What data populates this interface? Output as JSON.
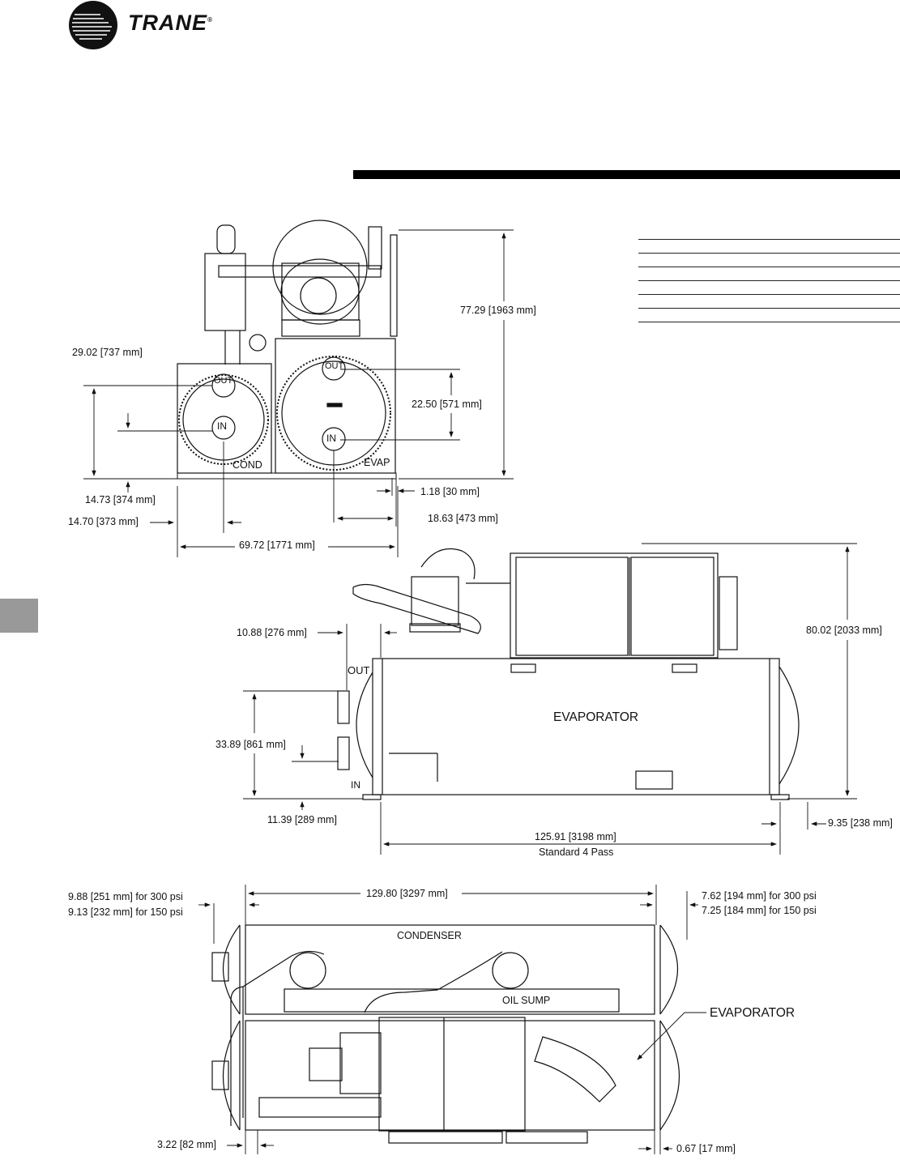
{
  "brand": {
    "name": "TRANE",
    "mark": "®"
  },
  "front_view": {
    "labels": {
      "out_cond": "OUT",
      "in_cond": "IN",
      "out_evap": "OUT",
      "in_evap": "IN",
      "cond": "COND",
      "evap": "EVAP"
    },
    "dims": {
      "height": "77.29 [1963 mm]",
      "cond_out": "29.02 [737 mm]",
      "evap_nozzle": "22.50 [571 mm]",
      "cond_in": "14.73 [374 mm]",
      "cond_in_offset": "14.70 [373 mm]",
      "edge_offset": "1.18 [30 mm]",
      "evap_offset": "18.63 [473 mm]",
      "width": "69.72 [1771 mm]"
    }
  },
  "side_view": {
    "labels": {
      "out": "OUT",
      "in": "IN",
      "evaporator": "EVAPORATOR"
    },
    "dims": {
      "nozzle_offset": "10.88 [276 mm]",
      "height": "80.02 [2033 mm]",
      "nozzle_span": "33.89 [861 mm]",
      "in_height": "11.39 [289 mm]",
      "end_offset": "9.35 [238 mm]",
      "length": "125.91 [3198 mm]",
      "length_note": "Standard 4 Pass"
    }
  },
  "top_view": {
    "labels": {
      "condenser": "CONDENSER",
      "oil_sump": "OIL SUMP",
      "evaporator": "EVAPORATOR"
    },
    "dims": {
      "length": "129.80 [3297 mm]",
      "left_300": "9.88 [251 mm] for 300 psi",
      "left_150": "9.13 [232 mm] for 150 psi",
      "right_300": "7.62 [194 mm] for 300 psi",
      "right_150": "7.25 [184 mm] for 150 psi",
      "bottom_left": "3.22 [82 mm]",
      "bottom_right": "0.67 [17 mm]"
    }
  }
}
